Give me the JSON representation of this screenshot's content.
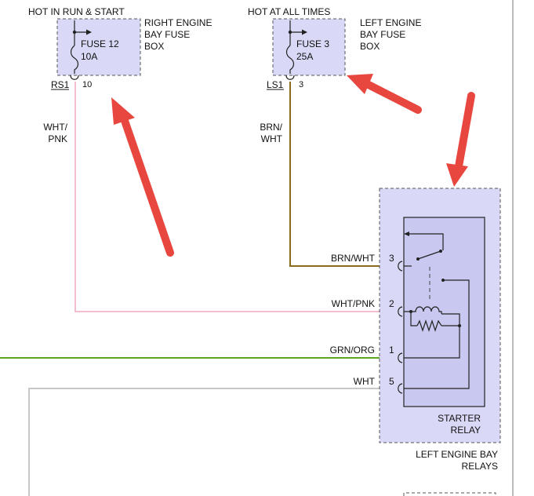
{
  "fuse12": {
    "supply": "HOT IN RUN & START",
    "name": "FUSE 12",
    "rating": "10A",
    "box_line1": "RIGHT ENGINE",
    "box_line2": "BAY FUSE",
    "box_line3": "BOX",
    "connector": "RS1",
    "pin": "10"
  },
  "fuse3": {
    "supply": "HOT AT ALL TIMES",
    "name": "FUSE 3",
    "rating": "25A",
    "box_line1": "LEFT ENGINE",
    "box_line2": "BAY FUSE",
    "box_line3": "BOX",
    "connector": "LS1",
    "pin": "3"
  },
  "wires": {
    "wht_pnk_line1": "WHT/",
    "wht_pnk_line2": "PNK",
    "brn_wht_line1": "BRN/",
    "brn_wht_line2": "WHT"
  },
  "relay": {
    "name_line1": "STARTER",
    "name_line2": "RELAY",
    "location_line1": "LEFT ENGINE BAY",
    "location_line2": "RELAYS",
    "pins": [
      {
        "label": "BRN/WHT",
        "num": "3"
      },
      {
        "label": "WHT/PNK",
        "num": "2"
      },
      {
        "label": "GRN/ORG",
        "num": "1"
      },
      {
        "label": "WHT",
        "num": "5"
      }
    ]
  },
  "colors": {
    "wire_brn_wht": "#8a6a1c",
    "wire_wht_pnk": "#f0a8c0",
    "wire_grn_org": "#5aa820",
    "wire_wht": "#c8c8c8",
    "arrow": "#e8473f",
    "box_fill": "#d9d9f7"
  }
}
